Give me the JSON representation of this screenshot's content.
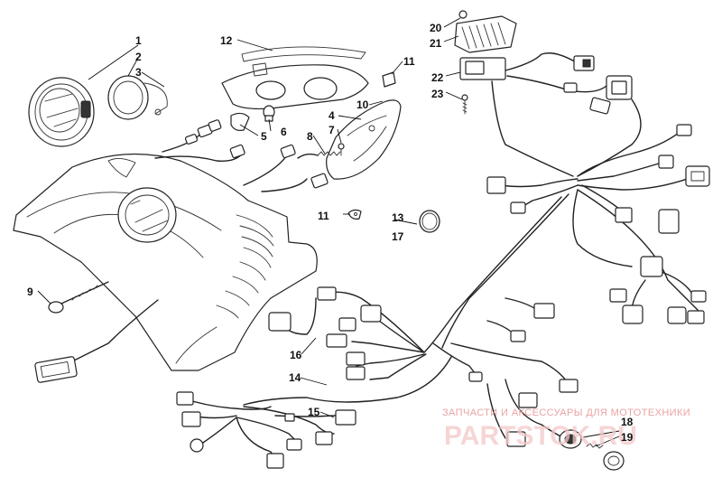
{
  "callouts": [
    {
      "id": "1",
      "label": "1"
    },
    {
      "id": "2",
      "label": "2"
    },
    {
      "id": "3",
      "label": "3"
    },
    {
      "id": "4",
      "label": "4"
    },
    {
      "id": "5",
      "label": "5"
    },
    {
      "id": "6",
      "label": "6"
    },
    {
      "id": "7",
      "label": "7"
    },
    {
      "id": "8",
      "label": "8"
    },
    {
      "id": "9",
      "label": "9"
    },
    {
      "id": "10",
      "label": "10"
    },
    {
      "id": "11a",
      "label": "11"
    },
    {
      "id": "11b",
      "label": "11"
    },
    {
      "id": "12",
      "label": "12"
    },
    {
      "id": "13",
      "label": "13"
    },
    {
      "id": "14",
      "label": "14"
    },
    {
      "id": "15",
      "label": "15"
    },
    {
      "id": "16",
      "label": "16"
    },
    {
      "id": "17",
      "label": "17"
    },
    {
      "id": "18",
      "label": "18"
    },
    {
      "id": "19",
      "label": "19"
    },
    {
      "id": "20",
      "label": "20"
    },
    {
      "id": "21",
      "label": "21"
    },
    {
      "id": "22",
      "label": "22"
    },
    {
      "id": "23",
      "label": "23"
    }
  ],
  "watermark": {
    "tagline": "ЗАПЧАСТИ И АКСЕССУАРЫ ДЛЯ МОТОТЕХНИКИ",
    "brand": "PARTSTOK.RU"
  },
  "colors": {
    "line": "#222222",
    "watermark": "#e9a3a3"
  }
}
